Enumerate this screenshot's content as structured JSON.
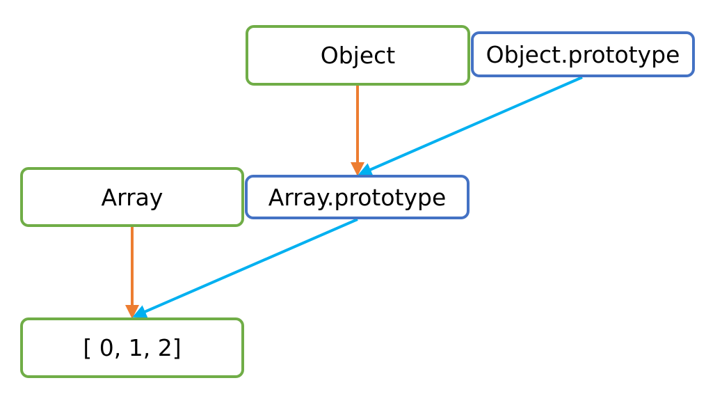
{
  "nodes": {
    "object": "Object",
    "object_prototype": "Object.prototype",
    "array": "Array",
    "array_prototype": "Array.prototype",
    "array_instance": "[ 0, 1, 2]"
  },
  "colors": {
    "constructor_border": "#70ad47",
    "prototype_border": "#4472c4",
    "constructor_arrow": "#ed7d31",
    "prototype_link_arrow": "#00b0f0"
  }
}
